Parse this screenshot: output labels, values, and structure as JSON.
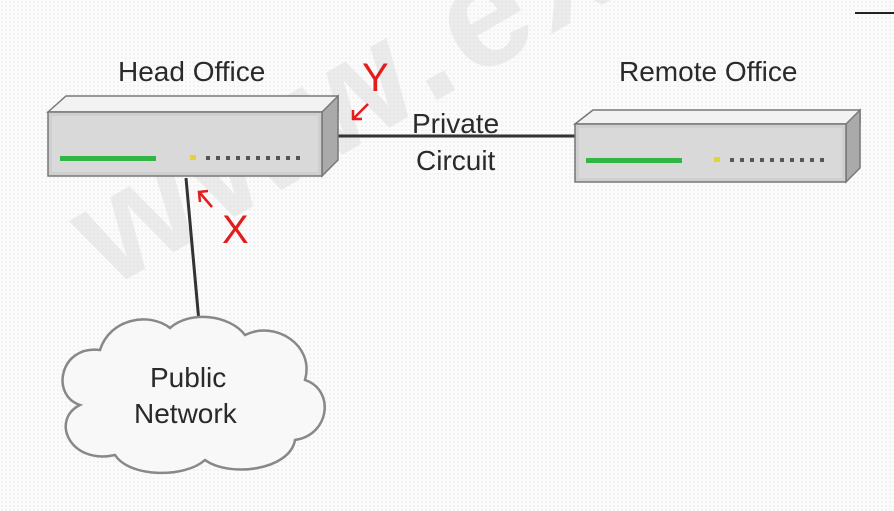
{
  "nodes": {
    "head_office": {
      "label": "Head Office"
    },
    "remote_office": {
      "label": "Remote Office"
    },
    "public_network": {
      "label_line1": "Public",
      "label_line2": "Network"
    }
  },
  "links": {
    "private_circuit": {
      "label_line1": "Private",
      "label_line2": "Circuit"
    }
  },
  "markers": {
    "x": "X",
    "y": "Y"
  },
  "watermark": "www.exam",
  "colors": {
    "marker": "#e41c1c",
    "led_green": "#33b544",
    "led_yellow": "#e3d23a",
    "device_body": "#c9c9c9",
    "device_top": "#efefef",
    "line": "#333333"
  }
}
